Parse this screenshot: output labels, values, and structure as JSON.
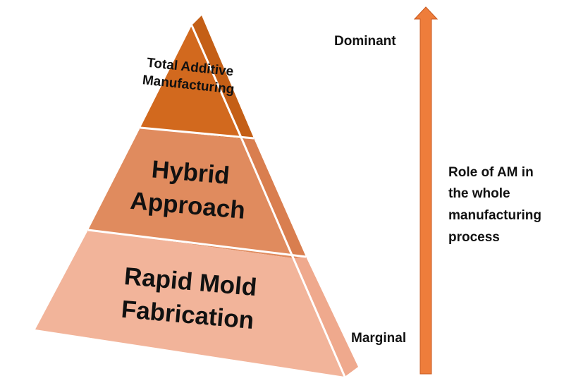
{
  "pyramid": {
    "tiers": [
      {
        "label_lines": [
          "Total Additive",
          "Manufacturing"
        ],
        "front_color": "#D2691E",
        "side_color": "#C45F16"
      },
      {
        "label_lines": [
          "Hybrid",
          "Approach"
        ],
        "front_color": "#E08B5E",
        "side_color": "#D97E4F"
      },
      {
        "label_lines": [
          "Rapid Mold",
          "Fabrication"
        ],
        "front_color": "#F2B49A",
        "side_color": "#EFA98D"
      }
    ]
  },
  "scale": {
    "top_label": "Dominant",
    "bottom_label": "Marginal",
    "arrow_color": "#EE7D3B",
    "description_lines": [
      "Role of AM in",
      "the whole",
      "manufacturing",
      "process"
    ]
  }
}
